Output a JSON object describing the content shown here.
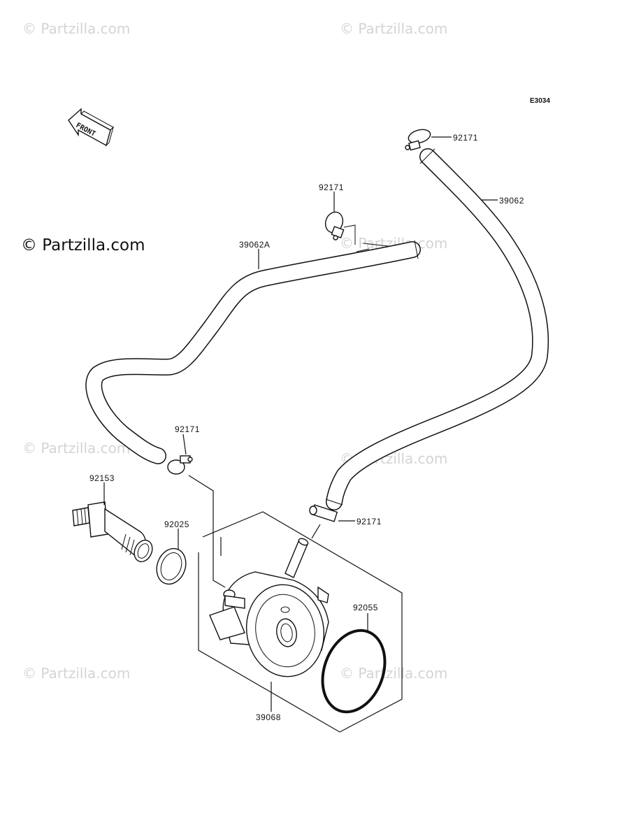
{
  "diagram_code": "E3034",
  "copyright": "© Partzilla.com",
  "watermark": "© Partzilla.com",
  "front_label": "FRONT",
  "parts": {
    "clamp_top": "92171",
    "hose_right": "39062",
    "clamp_upper": "92171",
    "hose_left": "39062A",
    "clamp_left": "92171",
    "fitting": "92153",
    "washer": "92025",
    "clamp_right": "92171",
    "o_ring": "92055",
    "oil_cooler": "39068"
  }
}
